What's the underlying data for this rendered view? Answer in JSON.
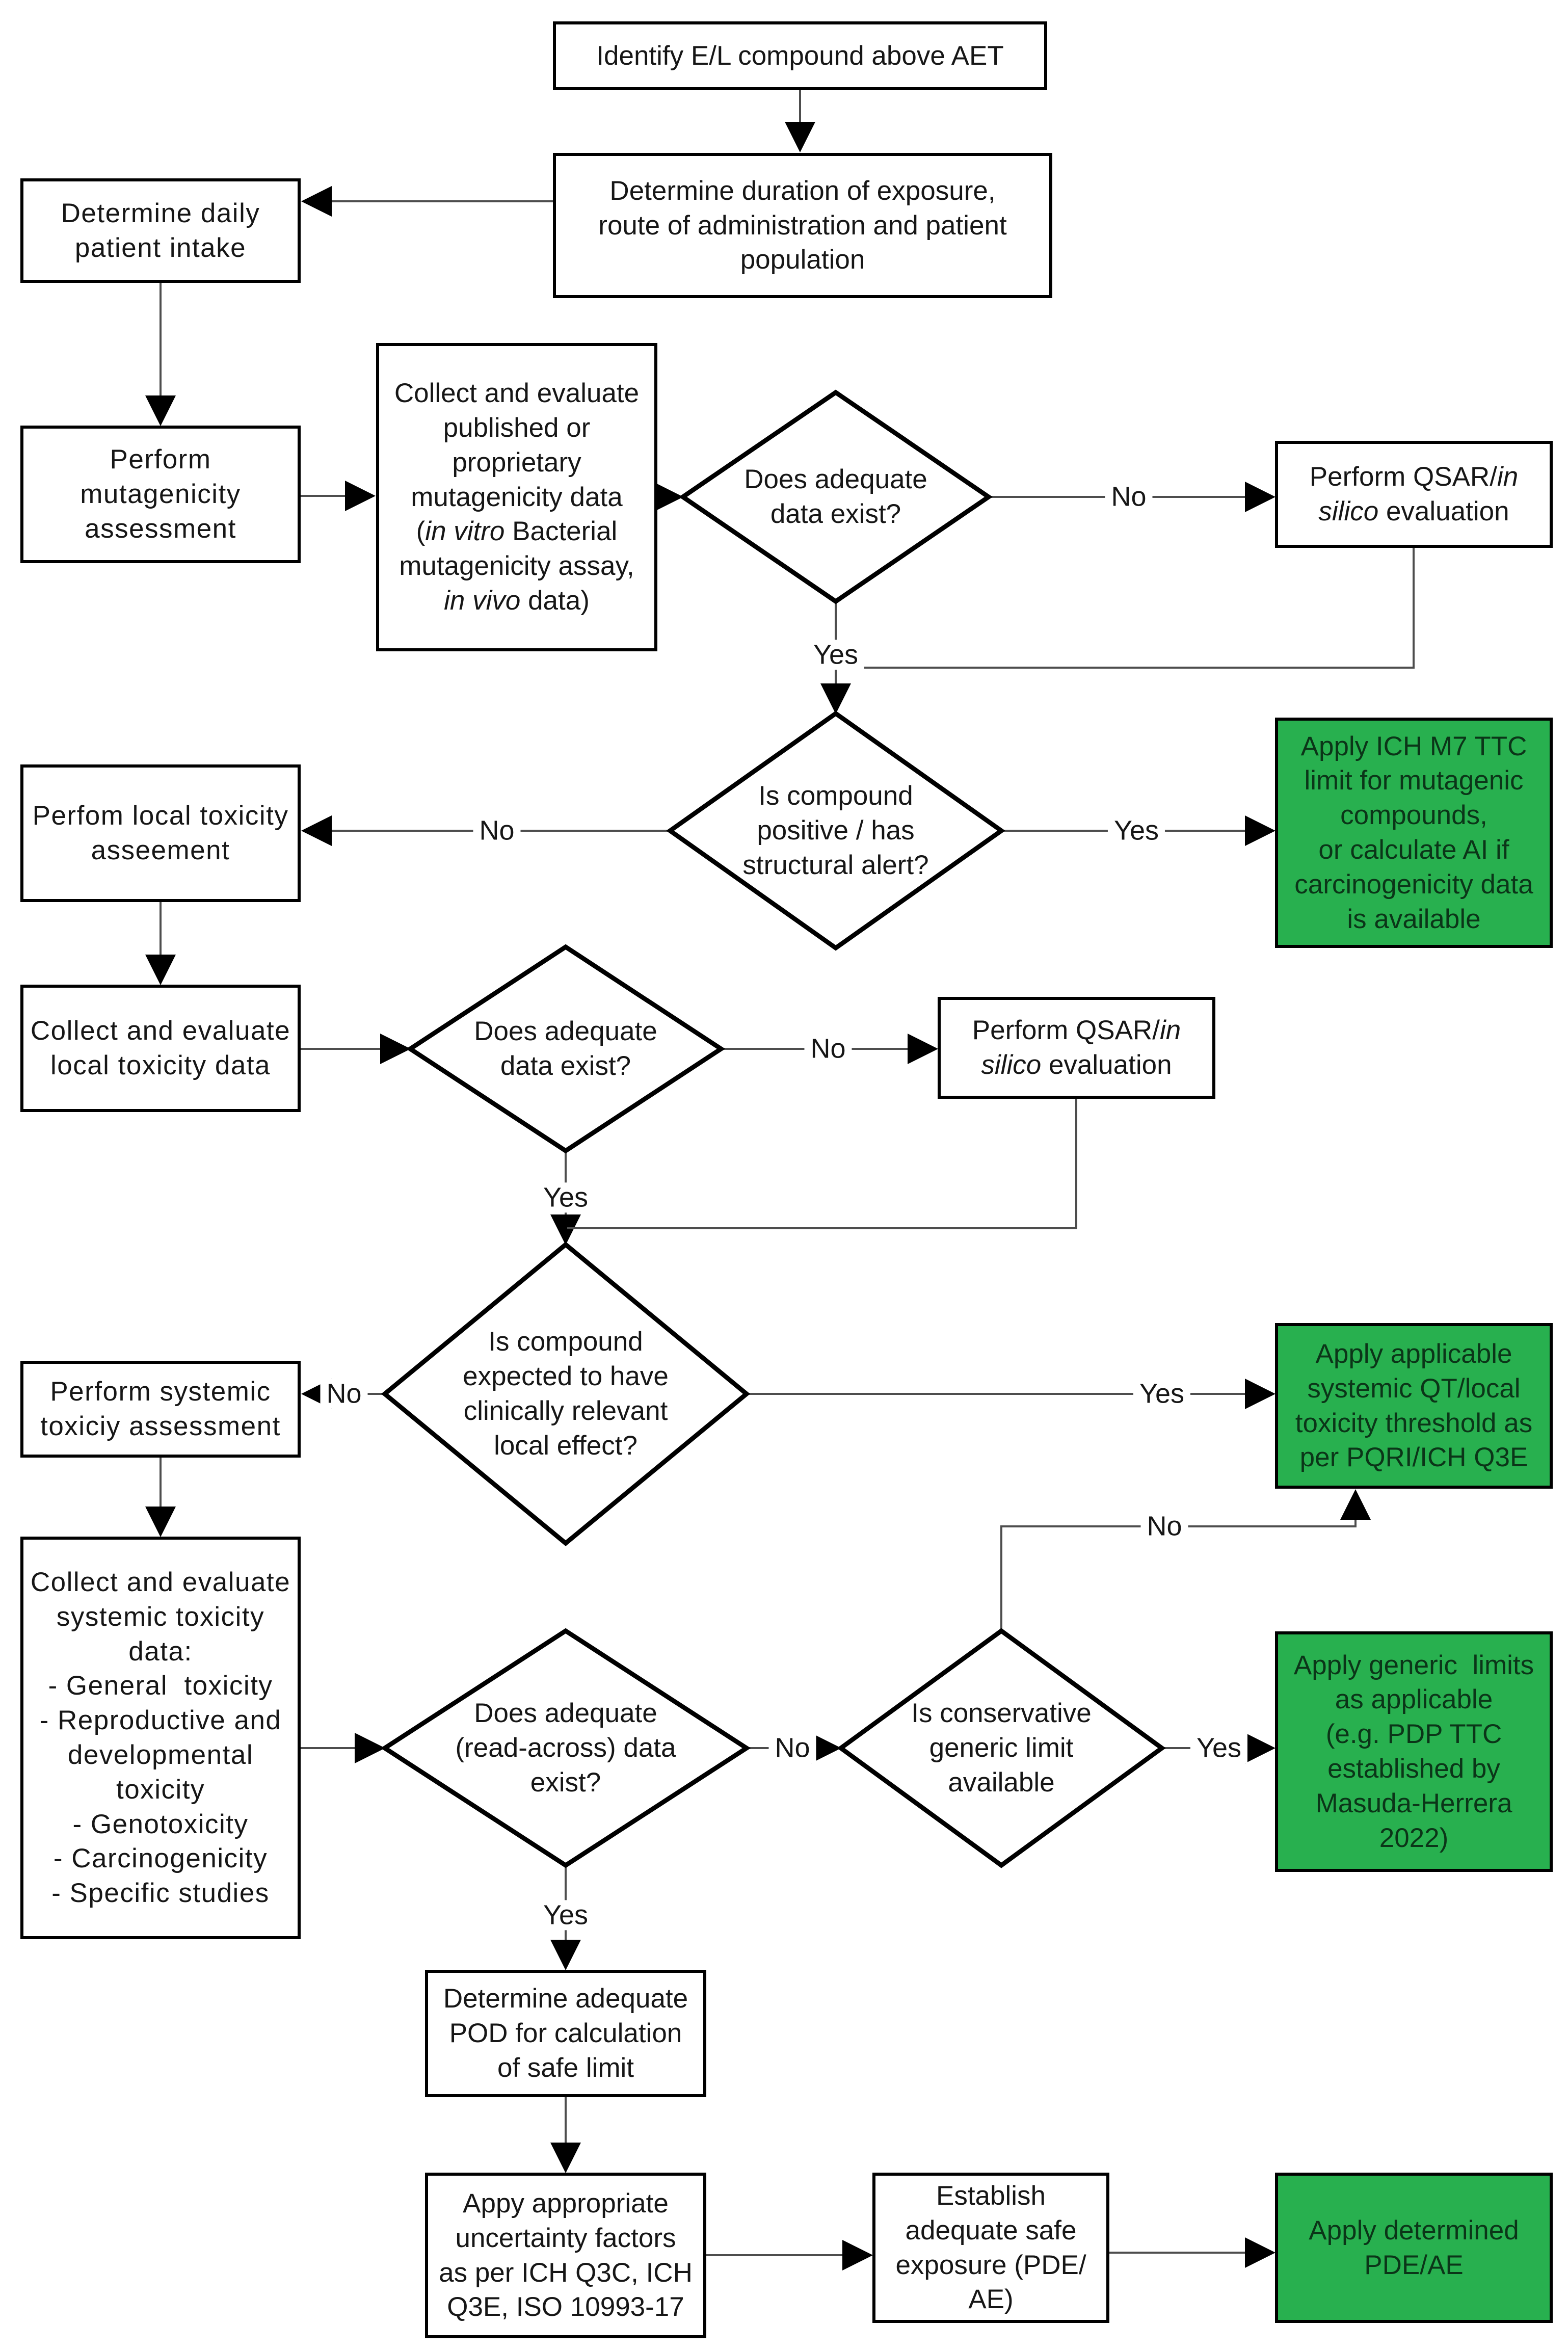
{
  "colors": {
    "green_fill": "#28b04f",
    "box_fill": "#ffffff",
    "border": "#000000",
    "line": "#4d4d4d",
    "text": "#161616",
    "green_text": "#0b3518"
  },
  "labels": {
    "yes": "Yes",
    "no": "No"
  },
  "nodes": {
    "identify": {
      "lines": [
        "Identify E/L compound above AET"
      ]
    },
    "duration": {
      "lines": [
        "Determine duration of exposure,",
        "route of administration and patient",
        "population"
      ]
    },
    "daily_intake": {
      "lines": [
        "Determine daily",
        "patient intake"
      ]
    },
    "mutagenicity_assessment": {
      "lines": [
        "Perform",
        "mutagenicity",
        "assessment"
      ]
    },
    "collect_mutagenicity": {
      "l1": "Collect and evaluate",
      "l2": "published or",
      "l3": "proprietary",
      "l4": "mutagenicity data",
      "l5a": "(",
      "l5b": "in vitro",
      "l5c": " Bacterial",
      "l6": "mutagenicity assay,",
      "l7a": "in vivo",
      "l7b": " data)"
    },
    "qsar": {
      "l1a": "Perform QSAR/",
      "l1b": "in",
      "l2a": "silico",
      "l2b": " evaluation"
    },
    "adequate_data_1": {
      "lines": [
        "Does adequate",
        "data exist?"
      ]
    },
    "positive_alert": {
      "lines": [
        "Is compound",
        "positive / has",
        "structural alert?"
      ]
    },
    "green_ich_m7": {
      "lines": [
        "Apply ICH M7 TTC",
        "limit for mutagenic",
        "compounds,",
        "or calculate AI if",
        "carcinogenicity data",
        "is available"
      ]
    },
    "local_assessment": {
      "lines": [
        "Perfom local toxicity",
        "asseement"
      ]
    },
    "collect_local": {
      "lines": [
        "Collect and evaluate",
        "local toxicity data"
      ]
    },
    "adequate_data_2": {
      "lines": [
        "Does adequate",
        "data exist?"
      ]
    },
    "local_effect": {
      "lines": [
        "Is compound",
        "expected to have",
        "clinically relevant",
        "local effect?"
      ]
    },
    "green_q3e": {
      "lines": [
        "Apply applicable",
        "systemic QT/local",
        "toxicity threshold as",
        "per PQRI/ICH Q3E"
      ]
    },
    "systemic_assessment": {
      "lines": [
        "Perform systemic",
        "toxiciy assessment"
      ]
    },
    "collect_systemic": {
      "lines": [
        "Collect and evaluate",
        "systemic toxicity",
        "data:",
        "- General  toxicity",
        "- Reproductive and",
        "developmental",
        "toxicity",
        "- Genotoxicity",
        "- Carcinogenicity",
        "- Specific studies"
      ]
    },
    "read_across": {
      "lines": [
        "Does adequate",
        "(read-across) data",
        "exist?"
      ]
    },
    "generic_limit": {
      "lines": [
        "Is conservative",
        "generic limit",
        "available"
      ]
    },
    "green_generic": {
      "lines": [
        "Apply generic  limits",
        "as applicable",
        "(e.g. PDP TTC",
        "established by",
        "Masuda-Herrera",
        "2022)"
      ]
    },
    "pod": {
      "lines": [
        "Determine adequate",
        "POD for calculation",
        "of safe limit"
      ]
    },
    "uncertainty": {
      "lines": [
        "Appy appropriate",
        "uncertainty factors",
        "as per ICH Q3C, ICH",
        "Q3E, ISO 10993-17"
      ]
    },
    "establish": {
      "lines": [
        "Establish",
        "adequate safe",
        "exposure (PDE/",
        "AE)"
      ]
    },
    "green_pde": {
      "lines": [
        "Apply determined",
        "PDE/AE"
      ]
    }
  }
}
